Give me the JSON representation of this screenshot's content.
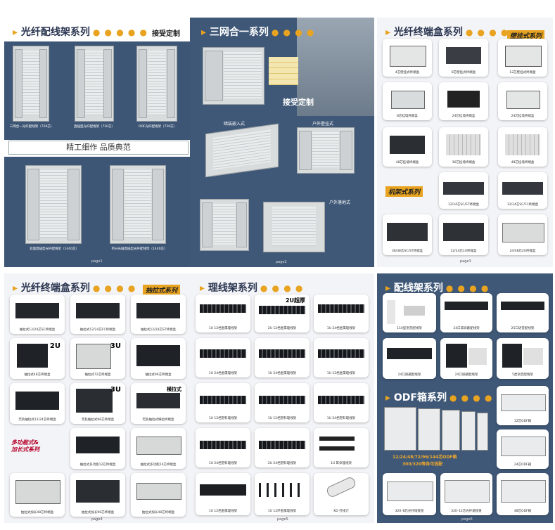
{
  "panel1": {
    "title": "光纤配线架系列",
    "badge": "接受定制",
    "band": "精工细作  品质典范",
    "captions": [
      "三网合一光纤配线架（720芯）",
      "直插型光纤配线架（720芯）",
      "ODF光纤配线架（720芯）",
      "双面直插型光纤配线架（1440芯）",
      "带分光器直插型光纤配线架（1440芯）"
    ],
    "page": "page1"
  },
  "panel2": {
    "title": "三网合一系列",
    "custom": "接受定制",
    "labels": [
      "暗装嵌入式",
      "户外壁挂式",
      "户外落地式"
    ],
    "page": "page2"
  },
  "panel3": {
    "title": "光纤终端盒系列",
    "tag1": "壁挂式系列",
    "tag2": "机架式系列",
    "page": "page3"
  },
  "panel4": {
    "title": "光纤终端盒系列",
    "tag": "抽拉式系列",
    "badges": [
      "2U",
      "3U",
      "3U",
      "横拉式"
    ],
    "sidenote1": "多功能式&",
    "sidenote2": "加长式系列",
    "page": "page4"
  },
  "panel5": {
    "title": "理线架系列",
    "badge": "2U超厚",
    "page": "page5"
  },
  "panel6": {
    "title": "配线架系列",
    "title2": "ODF箱系列",
    "odf_caption1": "12/24/48/72/96/144芯ODF箱",
    "odf_caption2": "300/320等各可选配",
    "page": "page6"
  },
  "colors": {
    "accent": "#e8a320",
    "navy": "#3f5877",
    "dark": "#1e2430"
  }
}
